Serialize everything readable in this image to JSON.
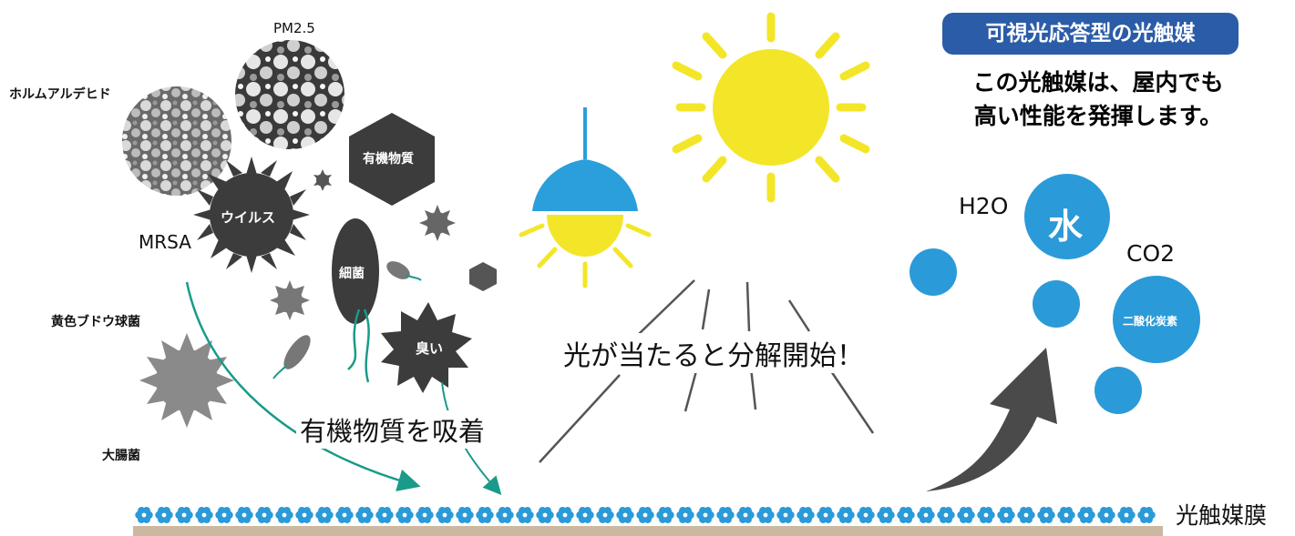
{
  "labels": {
    "pm25": "PM2.5",
    "formaldehyde": "ホルムアルデヒド",
    "organic_matter": "有機物質",
    "virus": "ウイルス",
    "mrsa": "MRSA",
    "bacteria": "細菌",
    "staph": "黄色ブドウ球菌",
    "odor": "臭い",
    "ecoli": "大腸菌",
    "adsorb": "有機物質を吸着",
    "decompose": "光が当たると分解開始！",
    "h2o": "H2O",
    "water": "水",
    "co2": "CO2",
    "carbon_dioxide": "二酸化炭素",
    "film": "光触媒膜"
  },
  "badge": "可視光応答型の光触媒",
  "headline": {
    "line1": "この光触媒は、屋内でも",
    "line2": "高い性能を発揮します。"
  },
  "colors": {
    "dark": "#3c3c3c",
    "gray": "#8a8a8a",
    "teal": "#1a9a8a",
    "blue": "#2b9ad8",
    "sun": "#f3e629",
    "lamp_shade": "#2a9fdc",
    "badge": "#2b5ca8",
    "film_base": "#cbb8a0"
  },
  "icons": [
    "sun-icon",
    "lamp-icon",
    "virus-icon",
    "bacteria-icon",
    "arrow-icon"
  ]
}
